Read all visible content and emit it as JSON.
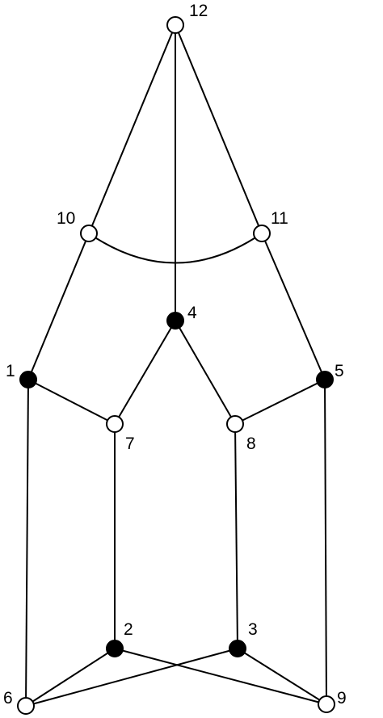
{
  "graph": {
    "colors": {
      "line": "#000000",
      "filled": "#000000",
      "open": "#ffffff"
    },
    "nodes": [
      {
        "id": "1",
        "label": "1",
        "filled": true
      },
      {
        "id": "2",
        "label": "2",
        "filled": true
      },
      {
        "id": "3",
        "label": "3",
        "filled": true
      },
      {
        "id": "4",
        "label": "4",
        "filled": true
      },
      {
        "id": "5",
        "label": "5",
        "filled": true
      },
      {
        "id": "6",
        "label": "6",
        "filled": false
      },
      {
        "id": "7",
        "label": "7",
        "filled": false
      },
      {
        "id": "8",
        "label": "8",
        "filled": false
      },
      {
        "id": "9",
        "label": "9",
        "filled": false
      },
      {
        "id": "10",
        "label": "10",
        "filled": false
      },
      {
        "id": "11",
        "label": "11",
        "filled": false
      },
      {
        "id": "12",
        "label": "12",
        "filled": false
      }
    ],
    "edges": [
      [
        "12",
        "10"
      ],
      [
        "12",
        "4"
      ],
      [
        "12",
        "11"
      ],
      [
        "10",
        "11"
      ],
      [
        "10",
        "1"
      ],
      [
        "11",
        "5"
      ],
      [
        "4",
        "7"
      ],
      [
        "4",
        "8"
      ],
      [
        "1",
        "7"
      ],
      [
        "5",
        "8"
      ],
      [
        "1",
        "6"
      ],
      [
        "5",
        "9"
      ],
      [
        "7",
        "2"
      ],
      [
        "8",
        "3"
      ],
      [
        "2",
        "6"
      ],
      [
        "2",
        "9"
      ],
      [
        "3",
        "6"
      ],
      [
        "3",
        "9"
      ]
    ]
  }
}
